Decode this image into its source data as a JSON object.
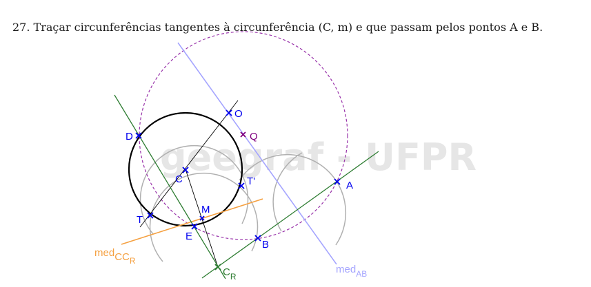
{
  "title": "27. Traçar circunferências tangentes à circunferência (C, m) e que passam pelos pontos A e B.",
  "watermark": "geegraf - UFPR",
  "labels": {
    "O": "O",
    "Q": "Q",
    "D": "D",
    "C": "C",
    "T_prime": "T'",
    "T": "T",
    "M": "M",
    "E": "E",
    "A": "A",
    "B": "B",
    "C_R_main": "C",
    "C_R_sub": "R",
    "med_cc_main": "med",
    "med_cc_sub1": "CC",
    "med_cc_sub2": "R",
    "med_ab_main": "med",
    "med_ab_sub": "AB"
  },
  "colors": {
    "point": "#0000ee",
    "point_Q": "#800080",
    "line_green": "#2e7d32",
    "line_lavender": "#a5a5ff",
    "line_orange": "#f5a040",
    "circle_black": "#000000",
    "circle_dashed": "#9933aa",
    "arc_gray": "#b0b0b0",
    "watermark": "#e6e6e6"
  }
}
